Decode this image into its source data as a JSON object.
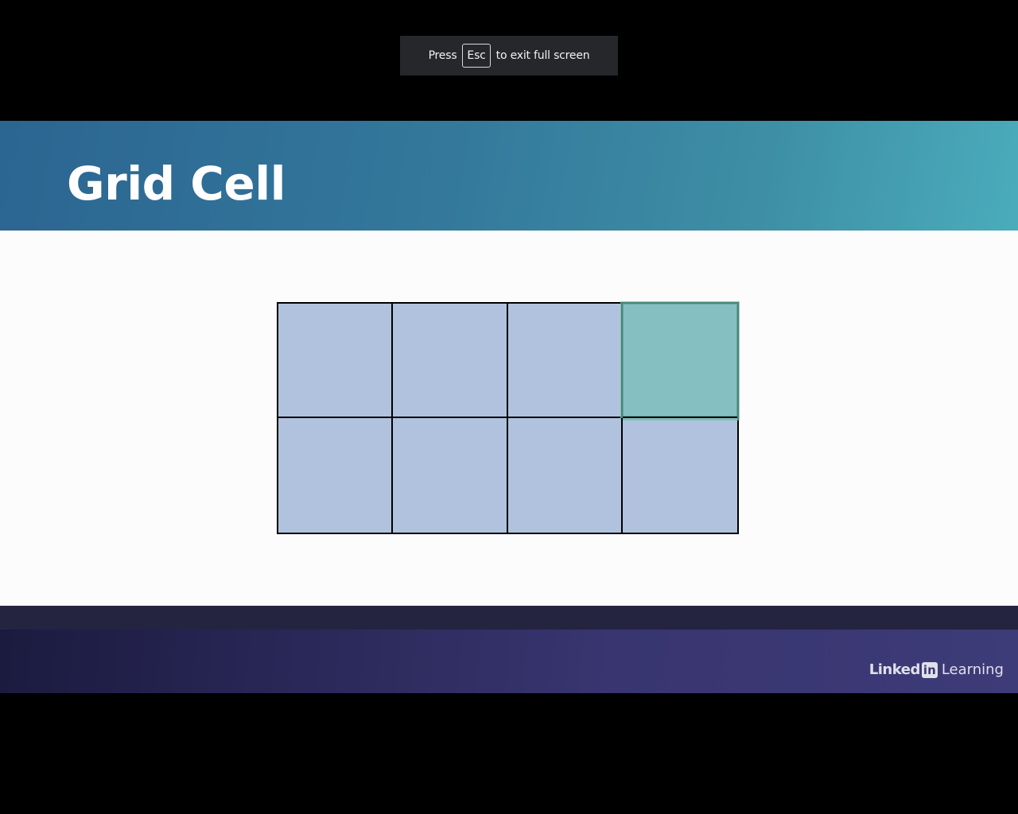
{
  "fullscreen_notice": {
    "prefix": "Press",
    "key": "Esc",
    "suffix": "to exit full screen"
  },
  "slide": {
    "title": "Grid Cell",
    "grid": {
      "rows": 2,
      "columns": 4,
      "highlighted_cell": {
        "row": 1,
        "column": 4
      },
      "cell_color": "#b0c2dd",
      "highlight_color": "#86bfc2"
    }
  },
  "branding": {
    "linked": "Linked",
    "in": "in",
    "learning": "Learning"
  },
  "colors": {
    "header_start": "#2b6591",
    "header_end": "#4aacbb",
    "footer": "#2a2858"
  }
}
